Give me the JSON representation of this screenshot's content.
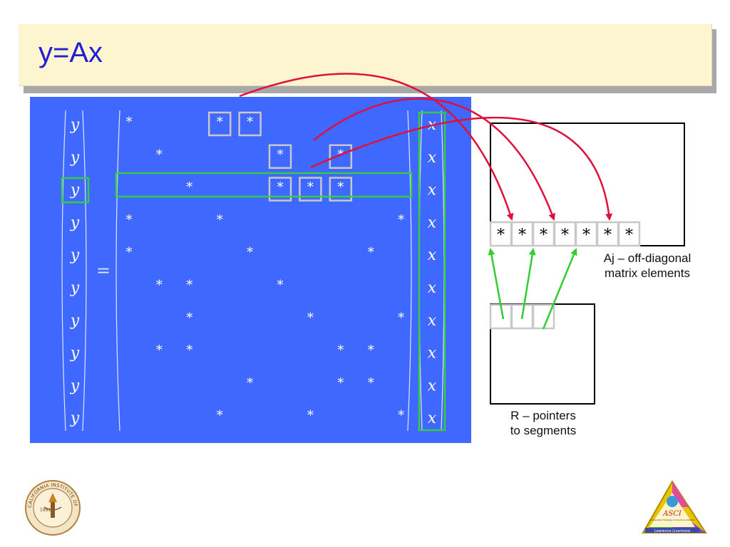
{
  "title": "y=Ax",
  "matrix": {
    "y_symbol": "y",
    "x_symbol": "x",
    "equals": "=",
    "entry_symbol": "*",
    "rows": 10,
    "nonzeros": [
      [
        0,
        [
          0,
          3,
          4
        ]
      ],
      [
        1,
        [
          1,
          5,
          7
        ]
      ],
      [
        2,
        [
          2,
          5,
          6,
          7
        ]
      ],
      [
        3,
        [
          0,
          3,
          9
        ]
      ],
      [
        4,
        [
          0,
          4,
          8
        ]
      ],
      [
        5,
        [
          1,
          2,
          5
        ]
      ],
      [
        6,
        [
          2,
          6,
          9
        ]
      ],
      [
        7,
        [
          1,
          2,
          7,
          8
        ]
      ],
      [
        8,
        [
          4,
          7,
          8
        ]
      ],
      [
        9,
        [
          3,
          6,
          9
        ]
      ]
    ],
    "offdiag_boxed": [
      [
        0,
        3
      ],
      [
        0,
        4
      ],
      [
        1,
        5
      ],
      [
        1,
        7
      ],
      [
        2,
        5
      ],
      [
        2,
        6
      ],
      [
        2,
        7
      ]
    ]
  },
  "aj_array": {
    "cells": [
      "*",
      "*",
      "*",
      "*",
      "*",
      "*",
      "*"
    ]
  },
  "r_array": {
    "cells": 3
  },
  "labels": {
    "aj_line1": "Aj – off-diagonal",
    "aj_line2": "matrix elements",
    "r_line1": "R – pointers",
    "r_line2": "to segments"
  },
  "logos": {
    "caltech_text": "CALIFORNIA INSTITUTE OF TECHNOLOGY",
    "caltech_year": "1891",
    "asci_text": "ASCI",
    "asci_sub": "Accelerated Strategic Computing Initiative",
    "asci_bottom": "Lawrence Livermore"
  },
  "colors": {
    "panel": "#3f68ff",
    "highlight": "#33cc44",
    "box_gray": "#c8c8c8",
    "arrow_red": "#e0103c",
    "arrow_green": "#33cc33",
    "title": "#1f1fd6"
  }
}
